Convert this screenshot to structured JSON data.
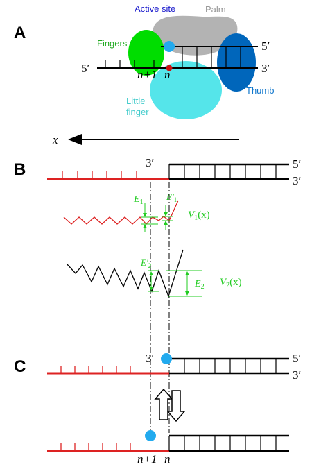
{
  "panels": {
    "a": "A",
    "b": "B",
    "c": "C"
  },
  "panel_a": {
    "active_site": "Active site",
    "palm": "Palm",
    "fingers": "Fingers",
    "thumb": "Thumb",
    "little_finger_line1": "Little",
    "little_finger_line2": "finger",
    "five_prime": "5′",
    "three_prime": "3′",
    "n_plus_1": "n+1",
    "n": "n",
    "x_axis_label": "x"
  },
  "panel_b": {
    "three_prime_top": "3′",
    "five_prime_right": "5′",
    "three_prime_right": "3′",
    "E1": "E",
    "E1_sub": "1",
    "E1p": "E′",
    "E1p_sub": "1",
    "V1": "V",
    "V1_sub": "1",
    "V1_arg": "(x)",
    "E2p": "E′",
    "E2p_sub": "2",
    "E2": "E",
    "E2_sub": "2",
    "V2": "V",
    "V2_sub": "2",
    "V2_arg": "(x)"
  },
  "panel_c": {
    "three_prime_top": "3′",
    "five_prime_right": "5′",
    "three_prime_right": "3′",
    "n_plus_1": "n+1",
    "n": "n"
  },
  "colors": {
    "active_site": "#1a1acc",
    "palm": "#999999",
    "fingers": "#00dd00",
    "fingers_label": "#22aa22",
    "thumb": "#0066bb",
    "thumb_label": "#1177cc",
    "little_finger": "#55e5ea",
    "little_finger_label": "#44cccc",
    "template_strand": "#dd2222",
    "energy_label": "#22cc22",
    "nucleotide": "#22aaee"
  }
}
